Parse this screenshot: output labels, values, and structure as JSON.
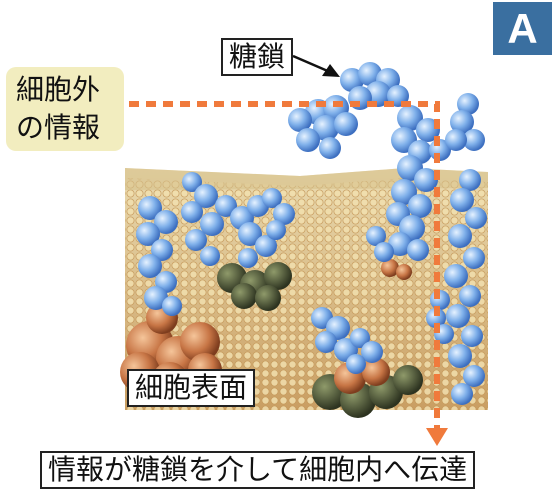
{
  "badge": "A",
  "labels": {
    "sugar_chain": "糖鎖",
    "outside_info_line1": "細胞外",
    "outside_info_line2": "の情報",
    "cell_surface": "細胞表面",
    "caption": "情報が糖鎖を介して細胞内へ伝達"
  },
  "colors": {
    "badge": "#3a6fa0",
    "arrow": "#f07a3c",
    "info_box": "#f2edbf",
    "glycan": "#6aa0e0",
    "membrane": "#e2c890"
  }
}
